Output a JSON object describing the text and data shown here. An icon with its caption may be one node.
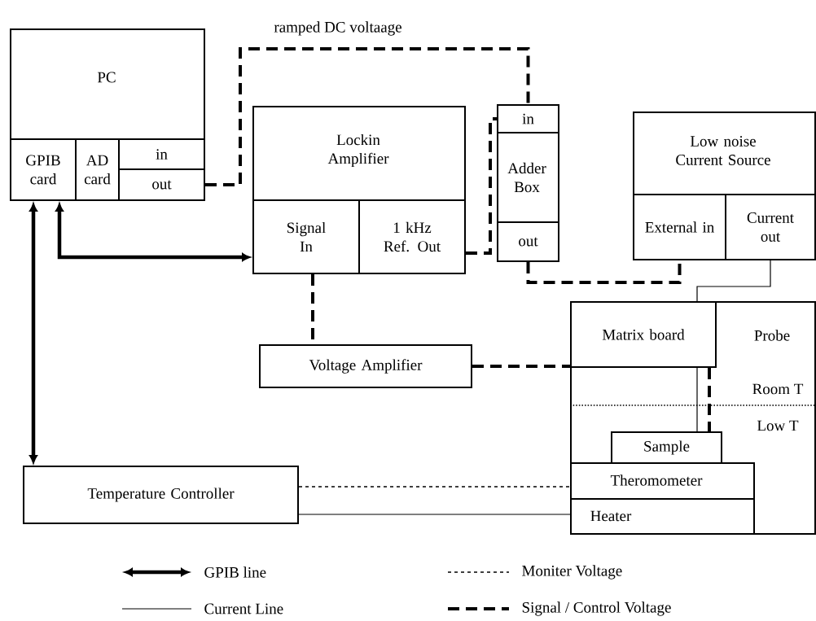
{
  "diagram": {
    "nodes": [
      {
        "text": [
          "PC"
        ]
      },
      {
        "text": [
          "GPIB card"
        ],
        "in": 0
      },
      {
        "text": [
          "AD card"
        ],
        "in": 0
      },
      {
        "text": [
          "in"
        ],
        "in": 0
      },
      {
        "text": [
          "out"
        ],
        "in": 0
      },
      {
        "text": [
          "Lockin Amplifier"
        ]
      },
      {
        "text": [
          "Signal In"
        ],
        "in": 5
      },
      {
        "text": [
          "1 kHz Ref. Out"
        ],
        "in": 5
      },
      {
        "text": [
          "Adder Box"
        ]
      },
      {
        "text": [
          "in"
        ],
        "in": 8
      },
      {
        "text": [
          "out"
        ],
        "in": 8
      },
      {
        "text": [
          "Low noise Current Source"
        ]
      },
      {
        "text": [
          "External in"
        ],
        "in": 11
      },
      {
        "text": [
          "Current out"
        ],
        "in": 11
      },
      {
        "text": [
          "Probe"
        ]
      },
      {
        "text": [
          "Matrix board"
        ],
        "in": 14
      },
      {
        "text": [
          "Sample"
        ],
        "in": 14
      },
      {
        "text": [
          "Theromometer"
        ],
        "in": 14
      },
      {
        "text": [
          "Heater"
        ],
        "in": 14
      },
      {
        "text": [
          "Voltage Amplifier"
        ]
      },
      {
        "text": [
          "Temperature Controller"
        ]
      }
    ],
    "edges": [
      {
        "from": 4,
        "to": 9,
        "arrow": "none",
        "style": "dashed",
        "label": "ramped DC voltaage"
      },
      {
        "from": 7,
        "to": 9,
        "arrow": "none",
        "style": "dashed"
      },
      {
        "from": 10,
        "to": 12,
        "arrow": "none",
        "style": "dashed"
      },
      {
        "from": 1,
        "to": 6,
        "arrow": "both"
      },
      {
        "from": 1,
        "to": 20,
        "arrow": "both"
      },
      {
        "from": 6,
        "to": 19,
        "arrow": "none",
        "style": "dashed"
      },
      {
        "from": 19,
        "to": 15,
        "arrow": "none",
        "style": "dashed"
      },
      {
        "from": 13,
        "to": 15,
        "arrow": "none"
      },
      {
        "from": 15,
        "to": 16,
        "arrow": "none"
      },
      {
        "from": 15,
        "to": 16,
        "arrow": "none",
        "style": "dashed"
      },
      {
        "from": 20,
        "to": 17,
        "arrow": "none",
        "style": "dashed"
      },
      {
        "from": 20,
        "to": 18,
        "arrow": "none"
      }
    ],
    "labels": [
      "Room T",
      "Low T"
    ],
    "legend": [
      {
        "text": "GPIB line"
      },
      {
        "text": "Current Line"
      },
      {
        "text": "Moniter Voltage"
      },
      {
        "text": "Signal / Control Voltage"
      }
    ]
  }
}
